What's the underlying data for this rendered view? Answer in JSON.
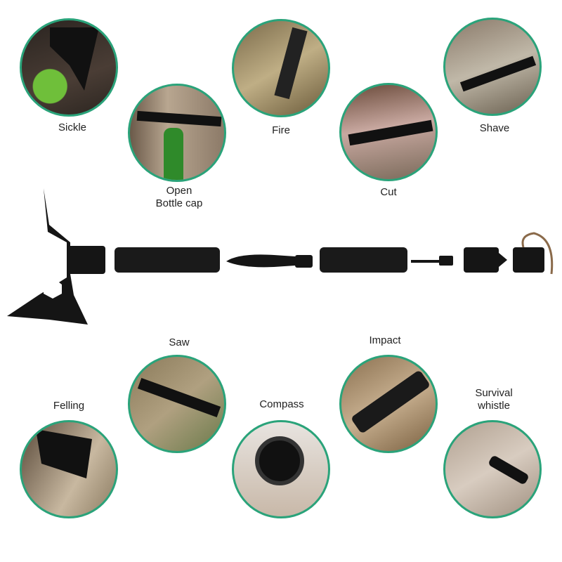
{
  "features": [
    {
      "label": "Sickle"
    },
    {
      "label": "Open\nBottle cap",
      "line1": "Open",
      "line2": "Bottle cap"
    },
    {
      "label": "Fire"
    },
    {
      "label": "Cut"
    },
    {
      "label": "Shave"
    },
    {
      "label": "Saw"
    },
    {
      "label": "Felling"
    },
    {
      "label": "Compass"
    },
    {
      "label": "Impact"
    },
    {
      "label": "Survival whistle",
      "line1": "Survival",
      "line2": "whistle"
    }
  ],
  "colors": {
    "border": "#2aa37a",
    "tool": "#1a1a1a"
  }
}
